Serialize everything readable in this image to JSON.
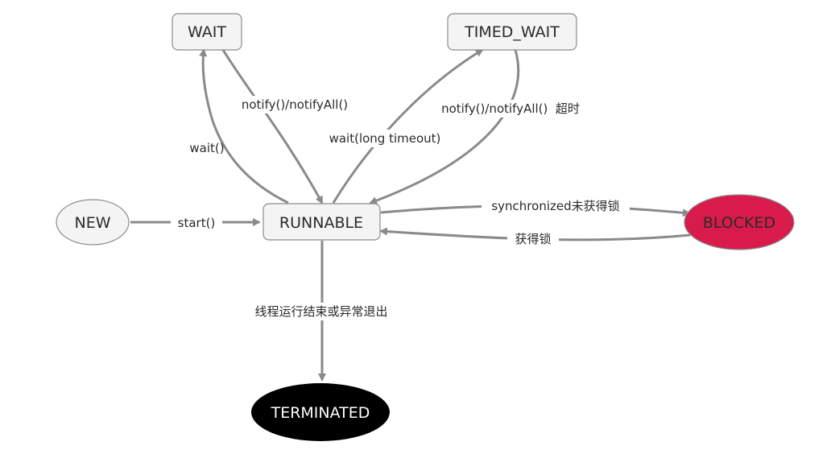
{
  "colors": {
    "edge": "#8a8a8a",
    "node_fill": "#f4f4f4",
    "node_border": "#8c8c8c",
    "blocked_fill": "#d81b4b",
    "terminated_fill": "#000000",
    "text_dark": "#2a2a2a",
    "text_light": "#ffffff"
  },
  "nodes": {
    "wait": "WAIT",
    "timed_wait": "TIMED_WAIT",
    "new": "NEW",
    "runnable": "RUNNABLE",
    "blocked": "BLOCKED",
    "terminated": "TERMINATED"
  },
  "edges": {
    "start": "start()",
    "wait": "wait()",
    "notify": "notify()/notifyAll()",
    "wait_timeout": "wait(long timeout)",
    "notify_timeout": "notify()/notifyAll()  超时",
    "sync_fail": "synchronized未获得锁",
    "acquire_lock": "获得锁",
    "terminate": "线程运行结束或异常退出"
  }
}
